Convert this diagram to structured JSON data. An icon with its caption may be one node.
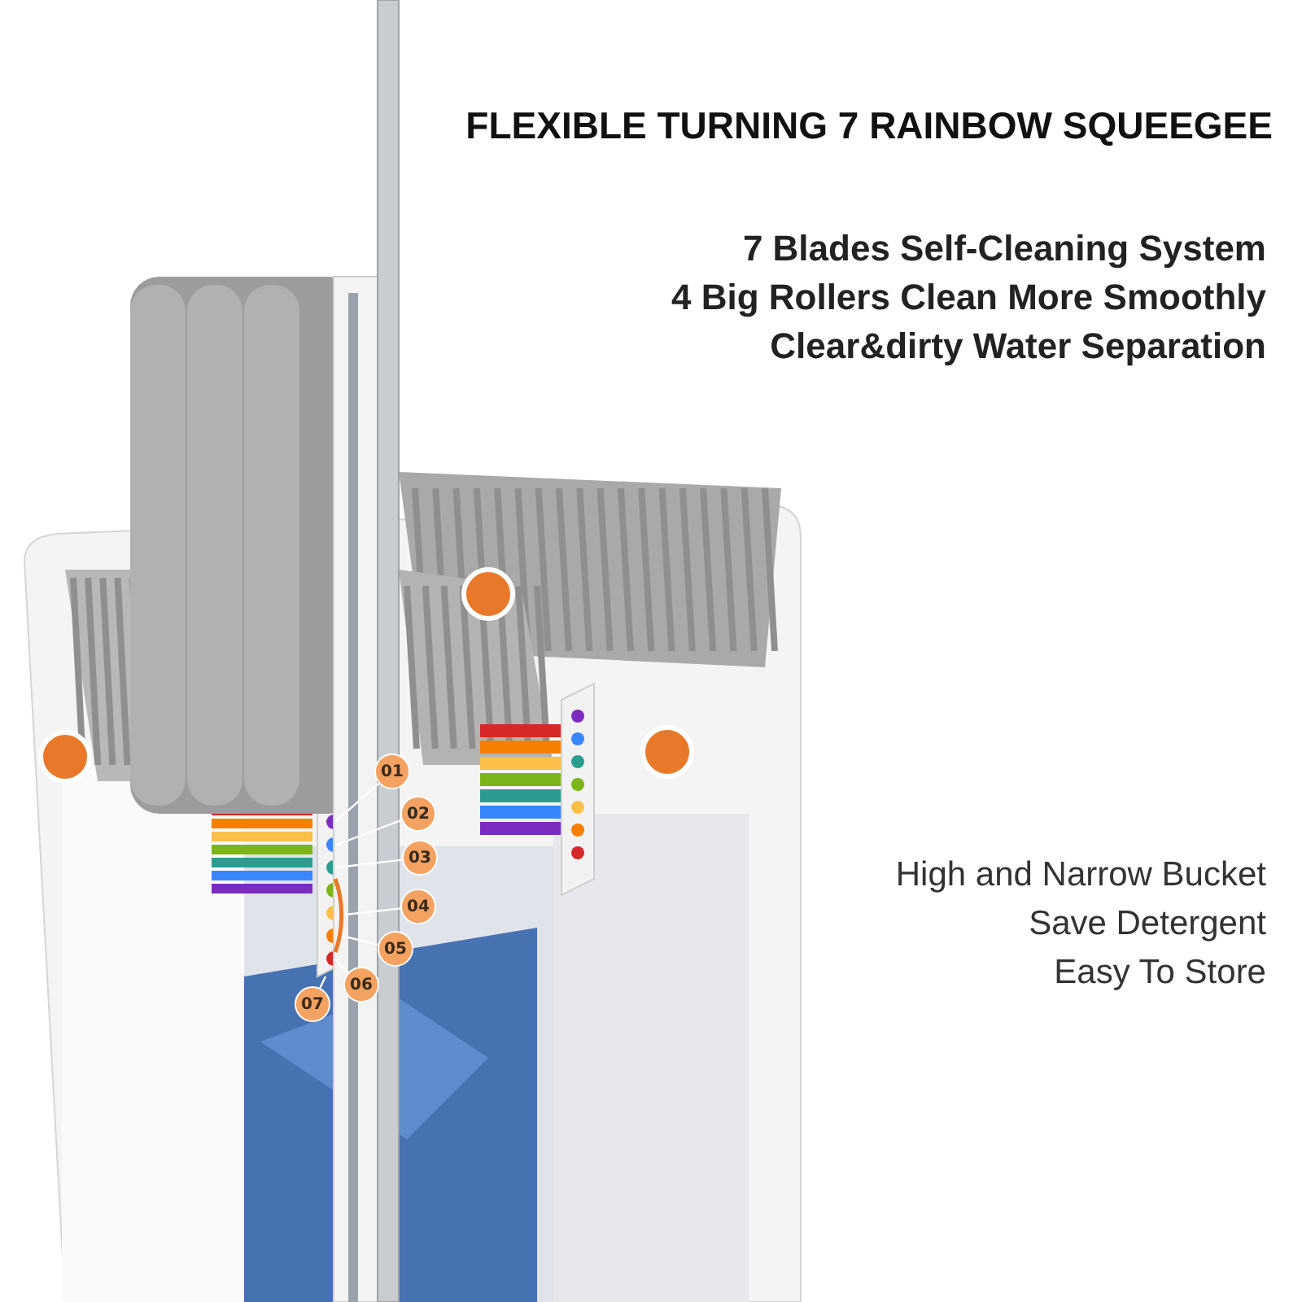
{
  "diagram": {
    "title": "FLEXIBLE TURNING 7 RAINBOW SQUEEGEE",
    "nodes": [
      {
        "text": [
          "01"
        ]
      },
      {
        "text": [
          "02"
        ]
      },
      {
        "text": [
          "03"
        ]
      },
      {
        "text": [
          "04"
        ]
      },
      {
        "text": [
          "05"
        ]
      },
      {
        "text": [
          "06"
        ]
      },
      {
        "text": [
          "07"
        ]
      }
    ],
    "edges": [
      {
        "from": 0,
        "to": null,
        "arrow": "none"
      },
      {
        "from": 1,
        "to": null,
        "arrow": "none"
      },
      {
        "from": 2,
        "to": null,
        "arrow": "none"
      },
      {
        "from": 3,
        "to": null,
        "arrow": "none"
      },
      {
        "from": 4,
        "to": null,
        "arrow": "none"
      },
      {
        "from": 5,
        "to": null,
        "arrow": "none"
      },
      {
        "from": 6,
        "to": null,
        "arrow": "none"
      }
    ],
    "labels": [
      "7 Blades Self-Cleaning System",
      "4 Big Rollers Clean More Smoothly",
      "Clear&dirty Water Separation",
      "High and Narrow Bucket",
      "Save Detergent",
      "Easy To Store"
    ]
  }
}
